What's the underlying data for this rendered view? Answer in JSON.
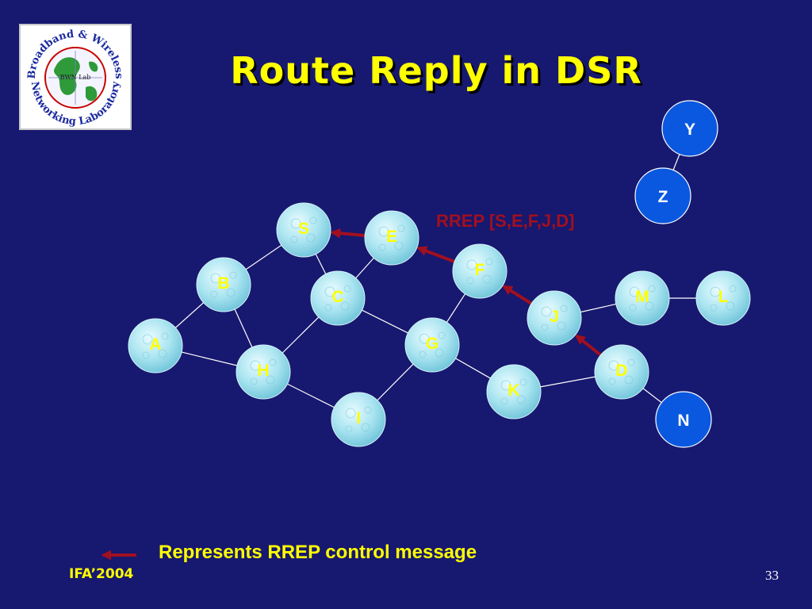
{
  "slide": {
    "title": "Route Reply in DSR",
    "rrep_label": "RREP [S,E,F,J,D]",
    "legend_text": "Represents RREP control message",
    "footer_left": "IFA’2004",
    "page_number": "33"
  },
  "logo": {
    "name": "Broadband & Wireless Networking Laboratory",
    "top_text": "Broadband & Wireless",
    "bottom_text": "Networking Laboratory",
    "center_text": "BWN Lab"
  },
  "colors": {
    "background": "#17186f",
    "title": "#ffff00",
    "node_text": "#ffff00",
    "active_node": "#0a58e0",
    "arrow": "#a01020",
    "edge": "#ffffff"
  },
  "nodes": [
    {
      "id": "S",
      "style": "textured"
    },
    {
      "id": "E",
      "style": "textured"
    },
    {
      "id": "F",
      "style": "textured"
    },
    {
      "id": "B",
      "style": "textured"
    },
    {
      "id": "C",
      "style": "textured"
    },
    {
      "id": "A",
      "style": "textured"
    },
    {
      "id": "G",
      "style": "textured"
    },
    {
      "id": "H",
      "style": "textured"
    },
    {
      "id": "I",
      "style": "textured"
    },
    {
      "id": "K",
      "style": "textured"
    },
    {
      "id": "J",
      "style": "textured"
    },
    {
      "id": "M",
      "style": "textured"
    },
    {
      "id": "L",
      "style": "textured"
    },
    {
      "id": "D",
      "style": "textured"
    },
    {
      "id": "N",
      "style": "solid"
    },
    {
      "id": "Y",
      "style": "solid"
    },
    {
      "id": "Z",
      "style": "solid"
    }
  ],
  "edges": [
    [
      "S",
      "B"
    ],
    [
      "S",
      "C"
    ],
    [
      "E",
      "C"
    ],
    [
      "B",
      "A"
    ],
    [
      "B",
      "H"
    ],
    [
      "A",
      "H"
    ],
    [
      "C",
      "H"
    ],
    [
      "C",
      "G"
    ],
    [
      "H",
      "I"
    ],
    [
      "I",
      "G"
    ],
    [
      "G",
      "F"
    ],
    [
      "G",
      "K"
    ],
    [
      "K",
      "D"
    ],
    [
      "J",
      "M"
    ],
    [
      "M",
      "L"
    ],
    [
      "D",
      "N"
    ],
    [
      "Y",
      "Z"
    ]
  ],
  "rrep_arrows": [
    {
      "from": "E",
      "to": "S"
    },
    {
      "from": "F",
      "to": "E"
    },
    {
      "from": "J",
      "to": "F"
    },
    {
      "from": "D",
      "to": "J"
    }
  ]
}
